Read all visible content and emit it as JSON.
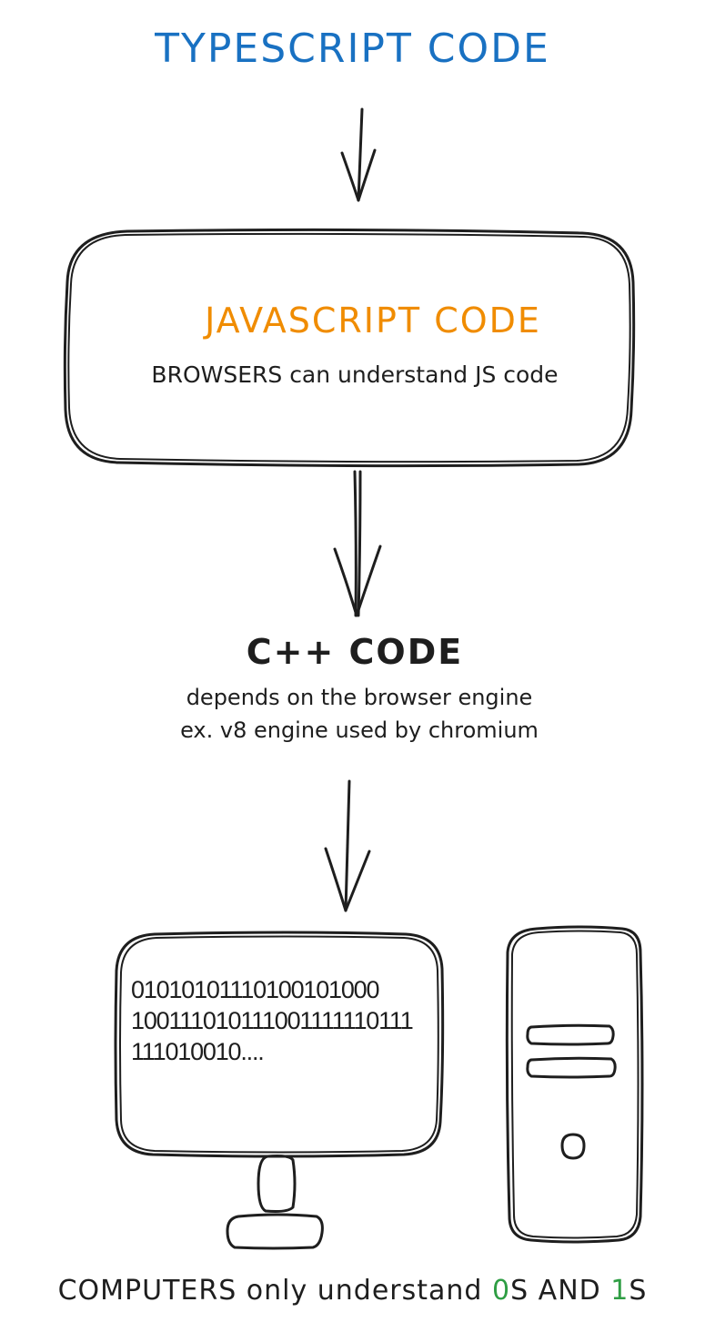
{
  "colors": {
    "ink": "#1e1e1e",
    "typescript": "#1971c2",
    "javascript": "#f08c00",
    "bits": "#2f9e44"
  },
  "typescript": {
    "title": "TYPESCRIPT CODE"
  },
  "javascript": {
    "title": "JAVASCRIPT CODE",
    "subtitle": "BROWSERS can understand JS code"
  },
  "cpp": {
    "title": "C++ CODE",
    "line1": "depends on the browser engine",
    "line2": "ex. v8 engine used by chromium"
  },
  "monitor": {
    "lines": [
      "01010101110100101000",
      "100111010111001111110111",
      "111010010...."
    ]
  },
  "bottom": {
    "prefix": "COMPUTERS only understand ",
    "zero": "0",
    "middle": "S AND ",
    "one": "1",
    "suffix": "S"
  }
}
